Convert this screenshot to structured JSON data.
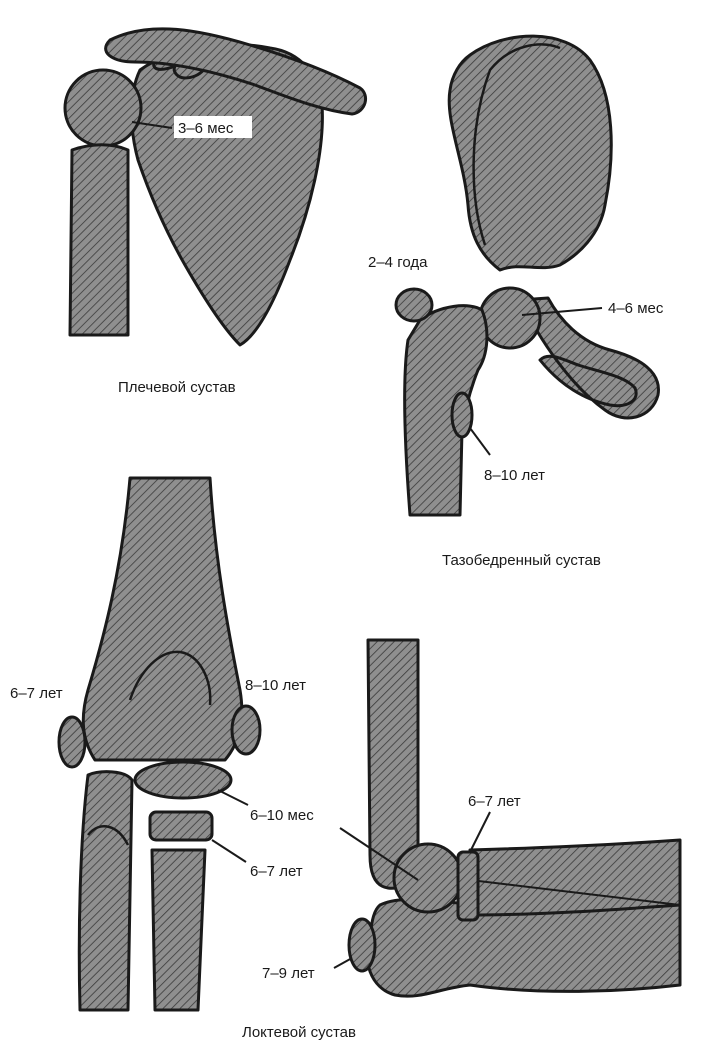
{
  "shoulder": {
    "caption": "Плечевой сустав",
    "labels": {
      "humeral_head": "3–6 мес"
    }
  },
  "hip": {
    "caption": "Тазобедренный сустав",
    "labels": {
      "trochanter": "2–4 года",
      "femoral_head": "4–6 мес",
      "lesser_trochanter": "8–10 лет"
    }
  },
  "knee": {
    "labels": {
      "left_epicondyle": "6–7 лет",
      "right_epicondyle": "8–10 лет",
      "distal_epiphysis": "6–10 мес",
      "proximal_epiphysis": "6–7 лет"
    }
  },
  "elbow": {
    "caption": "Локтевой сустав",
    "labels": {
      "radial_head": "6–7 лет",
      "olecranon": "7–9 лет"
    }
  },
  "colors": {
    "ink": "#1a1a1a",
    "background": "#ffffff"
  }
}
